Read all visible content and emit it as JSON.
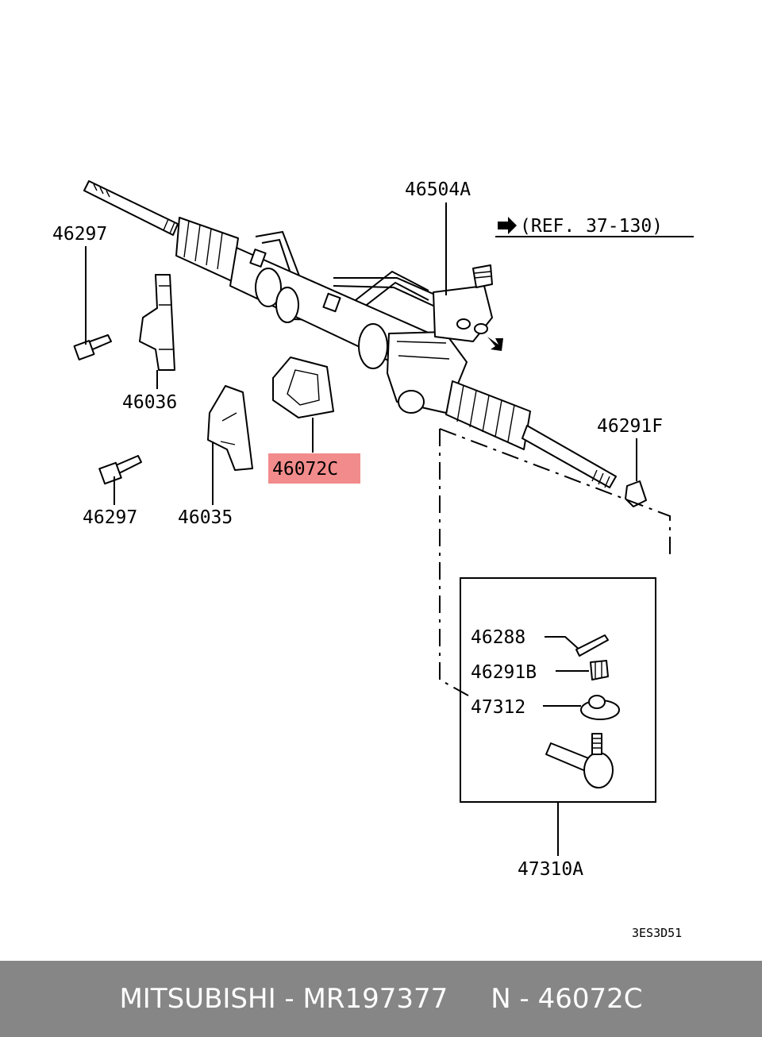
{
  "labels": {
    "l46504A": "46504A",
    "ref": "(REF. 37-130)",
    "l46297a": "46297",
    "l46036": "46036",
    "l46072C": "46072C",
    "l46291F": "46291F",
    "l46297b": "46297",
    "l46035": "46035",
    "l46288": "46288",
    "l46291B": "46291B",
    "l47312": "47312",
    "l47310A": "47310A",
    "code": "3ES3D51"
  },
  "colors": {
    "highlight": "#f28b8b",
    "footer_bg": "#868686",
    "footer_text": "#ffffff"
  },
  "footer": {
    "brand": "MITSUBISHI",
    "sep1": " - ",
    "part_number": "MR197377",
    "gap": "     ",
    "n_label": "N",
    "sep2": " - ",
    "ref_number": "46072C"
  }
}
